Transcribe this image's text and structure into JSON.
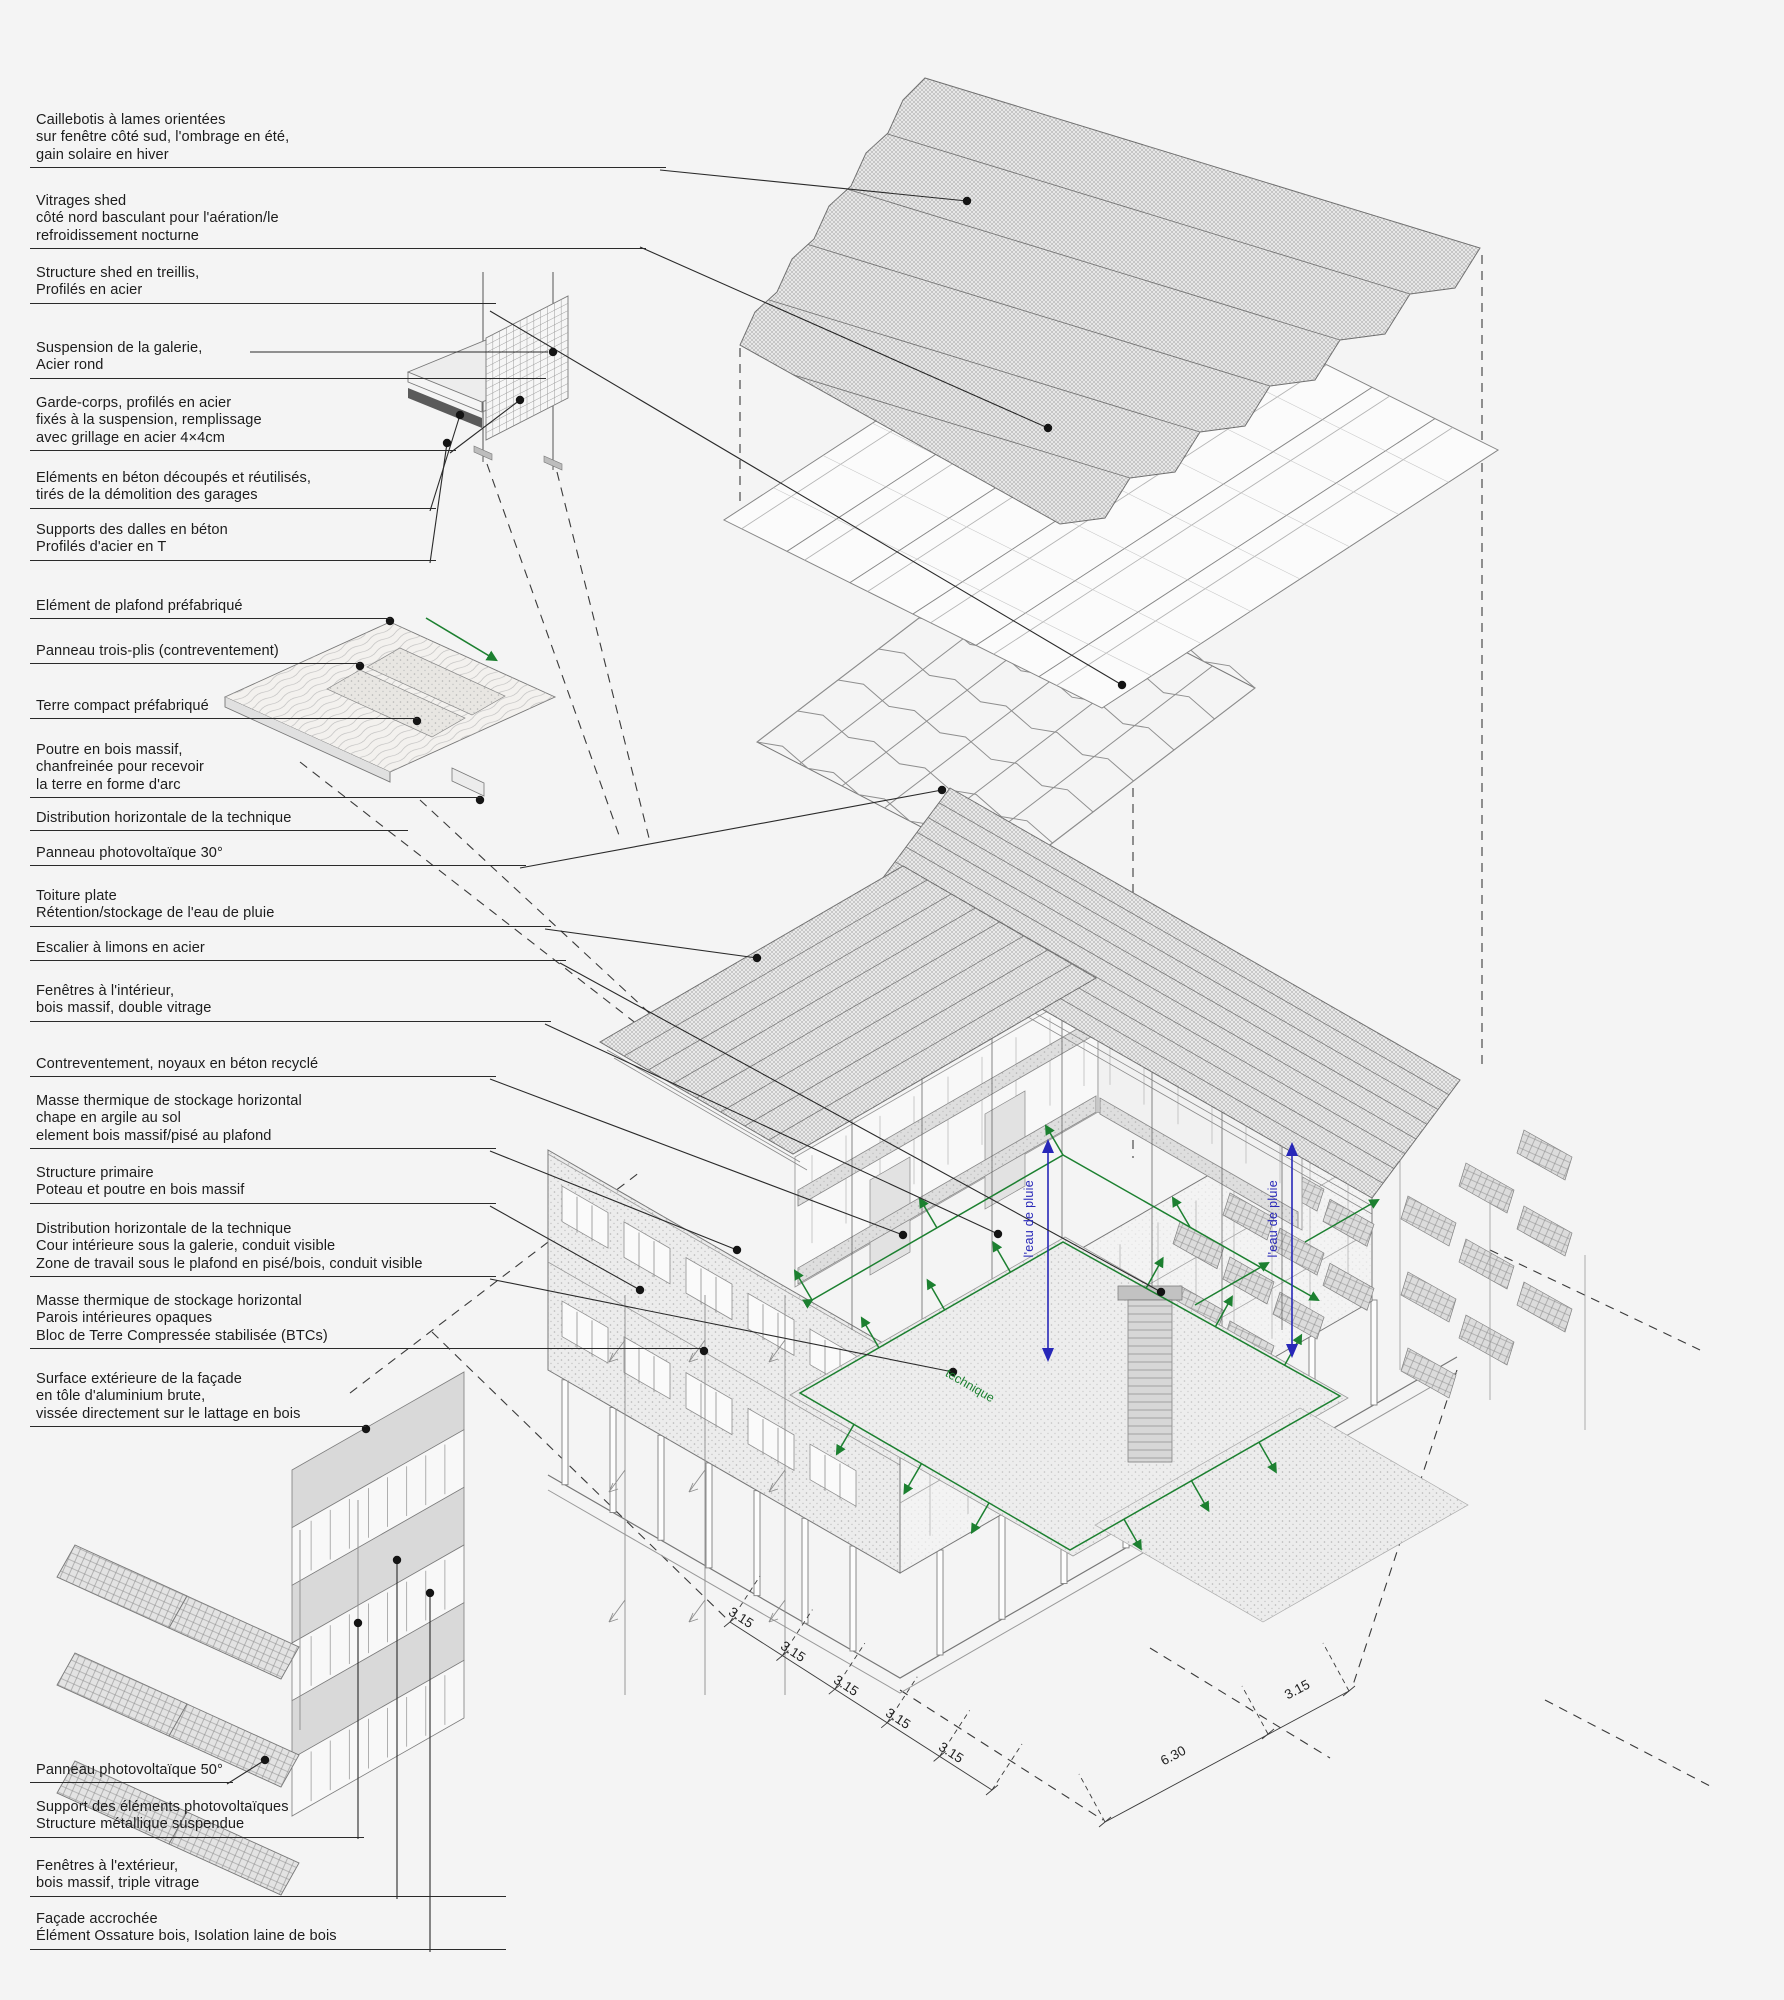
{
  "colors": {
    "background": "#f4f4f4",
    "ink": "#2a2a2a",
    "rain_blue": "#2727b8",
    "technique_green": "#1c8030"
  },
  "labels": [
    {
      "lines": [
        "Caillebotis à lames orientées",
        "sur fenêtre côté sud, l'ombrage en été,",
        "gain solaire en hiver"
      ]
    },
    {
      "lines": [
        "Vitrages shed",
        "côté nord basculant pour l'aération/le",
        "refroidissement nocturne"
      ]
    },
    {
      "lines": [
        "Structure shed en treillis,",
        "Profilés en acier"
      ]
    },
    {
      "lines": [
        "Suspension de la galerie,",
        "Acier rond"
      ]
    },
    {
      "lines": [
        "Garde-corps, profilés en acier",
        "fixés à la suspension, remplissage",
        "avec grillage en acier 4×4cm"
      ]
    },
    {
      "lines": [
        "Eléments en béton découpés et réutilisés,",
        "tirés de la démolition des garages"
      ]
    },
    {
      "lines": [
        "Supports des dalles en béton",
        "Profilés d'acier en T"
      ]
    },
    {
      "lines": [
        "Elément de plafond préfabriqué"
      ]
    },
    {
      "lines": [
        "Panneau trois-plis (contreventement)"
      ]
    },
    {
      "lines": [
        "Terre compact préfabriqué"
      ]
    },
    {
      "lines": [
        "Poutre en bois massif,",
        "chanfreinée pour recevoir",
        "la terre en forme d'arc"
      ]
    },
    {
      "lines": [
        "Distribution horizontale de la technique"
      ]
    },
    {
      "lines": [
        "Panneau photovoltaïque 30°"
      ]
    },
    {
      "lines": [
        "Toiture plate",
        "Rétention/stockage de l'eau de pluie"
      ]
    },
    {
      "lines": [
        "Escalier à limons en acier"
      ]
    },
    {
      "lines": [
        "Fenêtres à l'intérieur,",
        "bois massif, double vitrage"
      ]
    },
    {
      "lines": [
        "Contreventement, noyaux en béton recyclé"
      ]
    },
    {
      "lines": [
        "Masse thermique de stockage horizontal",
        "chape en argile au sol",
        "element bois massif/pisé au plafond"
      ]
    },
    {
      "lines": [
        "Structure primaire",
        "Poteau et poutre en bois massif"
      ]
    },
    {
      "lines": [
        "Distribution horizontale de la technique",
        "Cour intérieure sous la galerie, conduit visible",
        "Zone de travail sous le plafond en pisé/bois, conduit visible"
      ]
    },
    {
      "lines": [
        "Masse thermique de stockage horizontal",
        "Parois intérieures opaques",
        "Bloc de Terre Compressée stabilisée (BTCs)"
      ]
    },
    {
      "lines": [
        "Surface extérieure de la façade",
        "en tôle d'aluminium brute,",
        "vissée directement sur le lattage en bois"
      ]
    },
    {
      "lines": [
        "Panneau photovoltaïque 50°"
      ]
    },
    {
      "lines": [
        "Support des éléments photovoltaïques",
        "Structure métallique suspendue"
      ]
    },
    {
      "lines": [
        "Fenêtres à l'extérieur,",
        "bois massif, triple vitrage"
      ]
    },
    {
      "lines": [
        "Façade accrochée",
        "Élément Ossature bois, Isolation laine de bois"
      ]
    }
  ],
  "annotations": {
    "water": "l'eau de pluie",
    "technique": "technique"
  },
  "dims": {
    "left": [
      "3.15",
      "3.15",
      "3.15",
      "3.15",
      "3.15"
    ],
    "right": [
      "6.30",
      "3.15"
    ]
  }
}
